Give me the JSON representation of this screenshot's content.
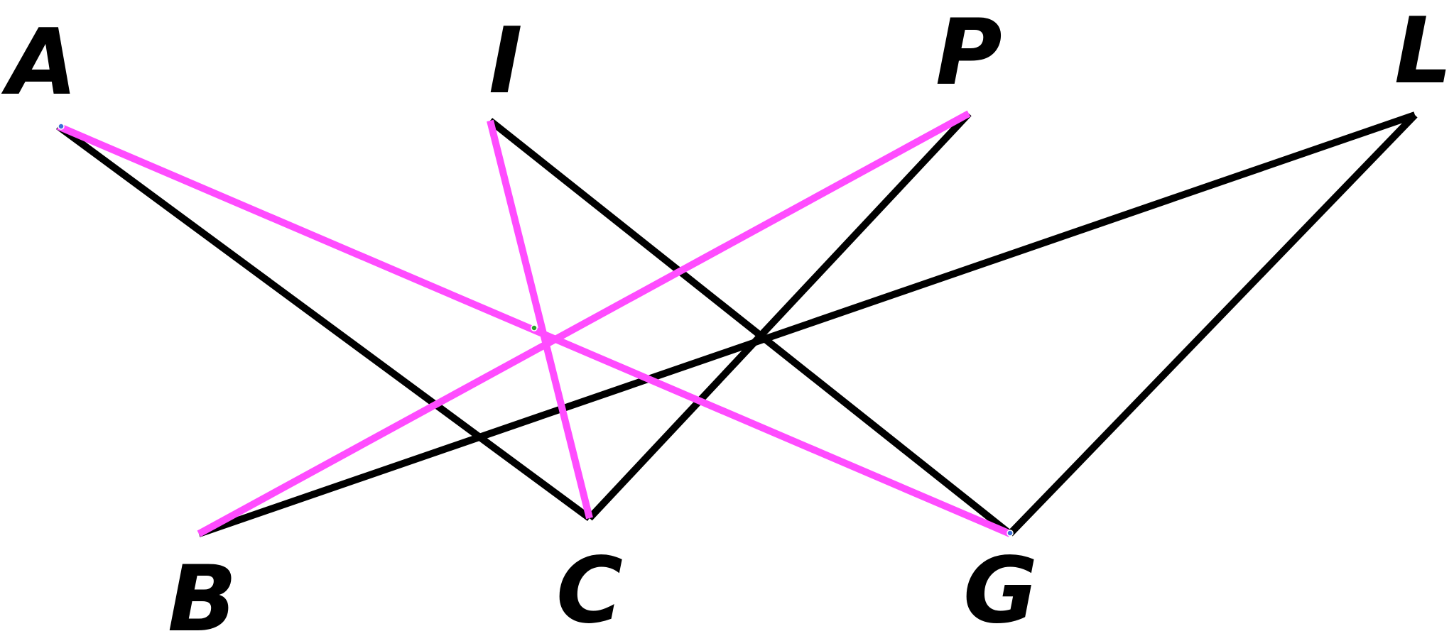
{
  "diagram": {
    "colors": {
      "background": "#ffffff",
      "black_edge": "#000000",
      "highlight_edge": "#ff4cff",
      "label": "#000000",
      "endpoint_marker": "#3b6fd6",
      "center_marker": "#2aa02a"
    },
    "labels": {
      "A": "A",
      "I": "I",
      "P": "P",
      "L": "L",
      "B": "B",
      "C": "C",
      "G": "G"
    },
    "black_edges": [
      [
        "A",
        "C"
      ],
      [
        "I",
        "G"
      ],
      [
        "P",
        "C"
      ],
      [
        "L",
        "B"
      ],
      [
        "L",
        "G"
      ]
    ],
    "highlighted_edges": [
      [
        "A",
        "G"
      ],
      [
        "I",
        "C"
      ],
      [
        "P",
        "B"
      ]
    ]
  }
}
